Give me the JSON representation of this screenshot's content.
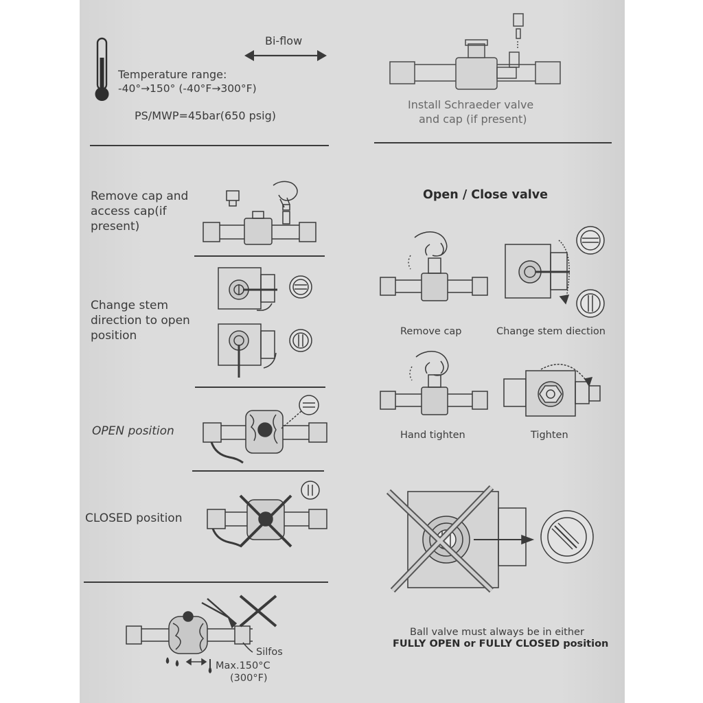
{
  "spec": {
    "flow_label": "Bi-flow",
    "temp_title": "Temperature range:",
    "temp_value": "-40°→150° (-40°F→300°F)",
    "pressure": "PS/MWP=45bar(650 psig)",
    "schraeder_line1": "Install Schraeder valve",
    "schraeder_line2": "and cap (if present)"
  },
  "left_steps": {
    "remove_cap_line1": "Remove cap and",
    "remove_cap_line2": "access cap(if",
    "remove_cap_line3": "present)",
    "change_stem_line1": "Change stem",
    "change_stem_line2": "direction to open",
    "change_stem_line3": "position",
    "open_position": "OPEN position",
    "closed_position": "CLOSED position"
  },
  "right_steps": {
    "heading": "Open / Close valve",
    "remove_cap": "Remove cap",
    "change_stem": "Change stem diection",
    "hand_tighten": "Hand tighten",
    "tighten": "Tighten",
    "note_line1": "Ball valve must always be in either",
    "note_line2": "FULLY OPEN or FULLY CLOSED position"
  },
  "brazing": {
    "silfos_label": "Silfos",
    "max_temp": "Max.150°C",
    "max_temp_f": "(300°F)"
  }
}
